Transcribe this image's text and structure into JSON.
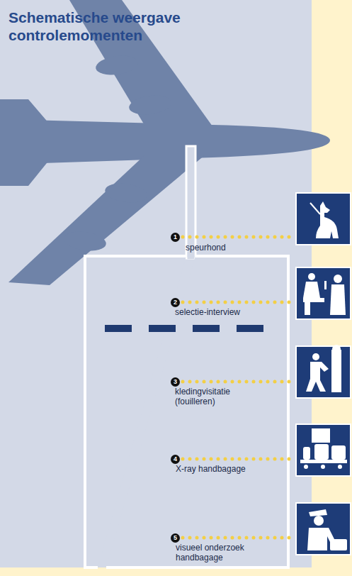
{
  "diagram": {
    "title": "Schematische weergave controlemomenten",
    "labels": [
      "1",
      "speurhond",
      "2",
      "selectie-interview",
      "3",
      "kledingvisitatie (fouilleren)",
      "4",
      "X-ray handbagage",
      "5",
      "visueel onderzoek handbagage"
    ]
  }
}
